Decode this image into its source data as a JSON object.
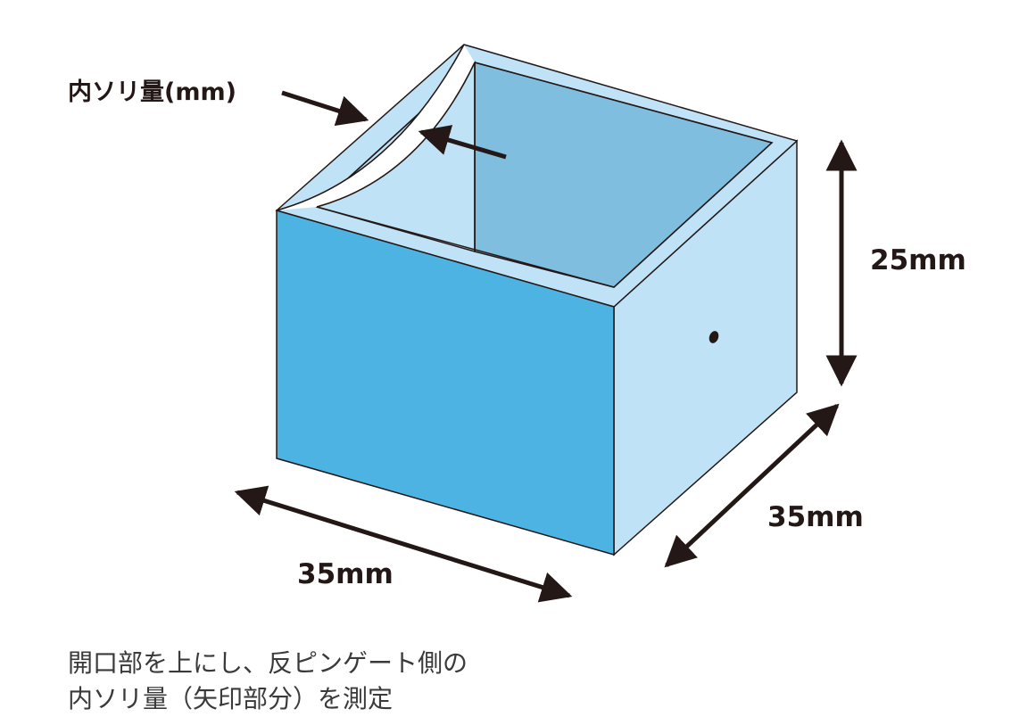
{
  "labels": {
    "callout": "内ソリ量(mm)",
    "height": "25mm",
    "depth": "35mm",
    "width": "35mm"
  },
  "caption": {
    "line1": "開口部を上にし、反ピンゲート側の",
    "line2": "内ソリ量（矢印部分）を測定"
  },
  "colors": {
    "front_face": "#4db3e3",
    "side_face": "#bfe2f7",
    "inner_back": "#80bee0",
    "inner_rim": "#bfe2f7",
    "outline": "#231815"
  }
}
